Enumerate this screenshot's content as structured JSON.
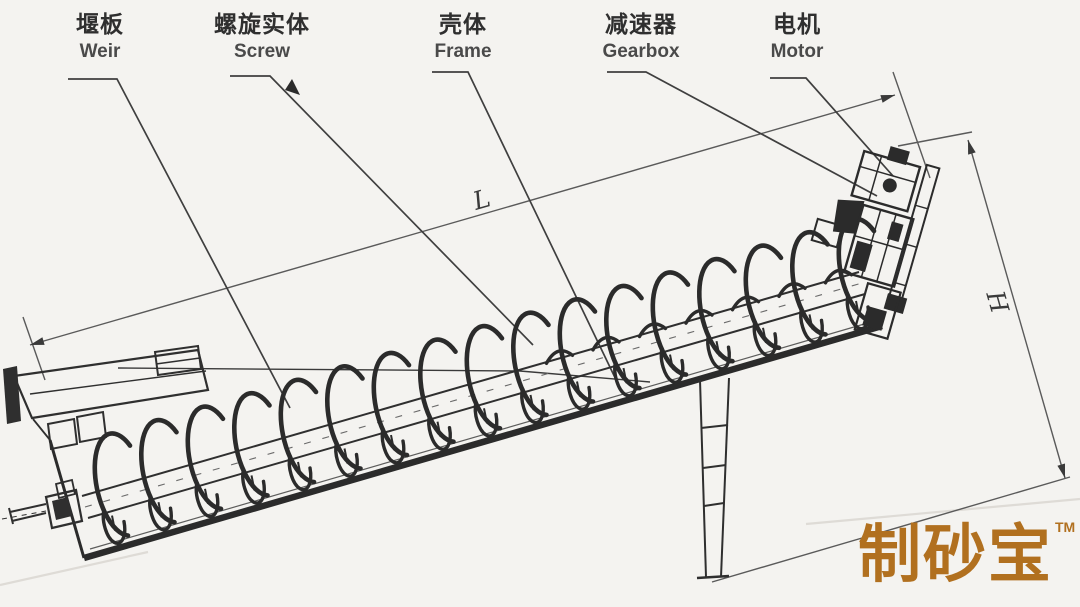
{
  "page": {
    "background": "#f4f3f0"
  },
  "colors": {
    "ink": "#2f2f2f",
    "leader_line": "#3f3f3f",
    "dimension_line": "#5a5a5a",
    "logo": "#b1701f",
    "label_chinese": "#2f2f2f",
    "label_english": "#4a4a4a"
  },
  "labels": [
    {
      "id": "weir",
      "zh": "堰板",
      "en": "Weir"
    },
    {
      "id": "screw",
      "zh": "螺旋实体",
      "en": "Screw"
    },
    {
      "id": "frame",
      "zh": "壳体",
      "en": "Frame"
    },
    {
      "id": "gearbox",
      "zh": "减速器",
      "en": "Gearbox"
    },
    {
      "id": "motor",
      "zh": "电机",
      "en": "Motor"
    }
  ],
  "dimensions": {
    "length": "L",
    "height": "H"
  },
  "brand": {
    "text": "制砂宝",
    "tm": "TM"
  }
}
